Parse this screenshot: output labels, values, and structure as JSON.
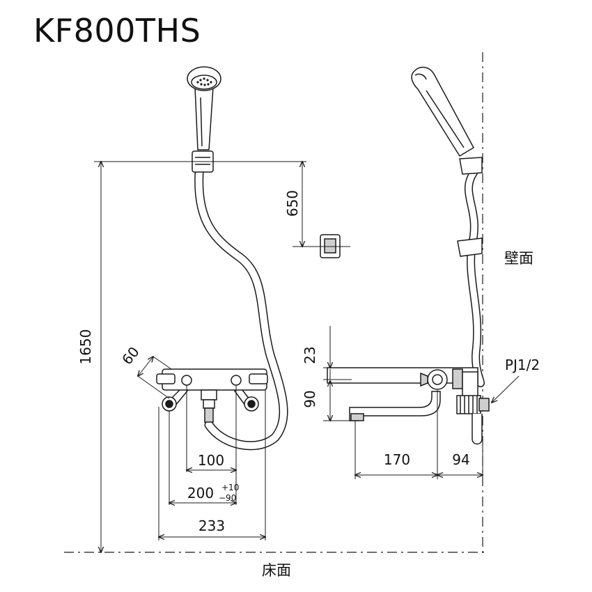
{
  "title": "KF800THS",
  "labels": {
    "wall": "壁面",
    "floor": "床面",
    "pipe_thread": "PJ1/2"
  },
  "dimensions": {
    "shower_height": "1650",
    "hook_offset": "650",
    "handle_angle": "60",
    "spout_top": "23",
    "spout_drop": "90",
    "inner_spacing": "100",
    "mount_spacing": "200",
    "mount_tol_plus": "+10",
    "mount_tol_minus": "−90",
    "overall_width": "233",
    "spout_reach": "170",
    "wall_projection": "94"
  },
  "colors": {
    "line": "#1a1a1a",
    "part_fill": "#ffffff",
    "part_shade": "#cfcfcf"
  }
}
